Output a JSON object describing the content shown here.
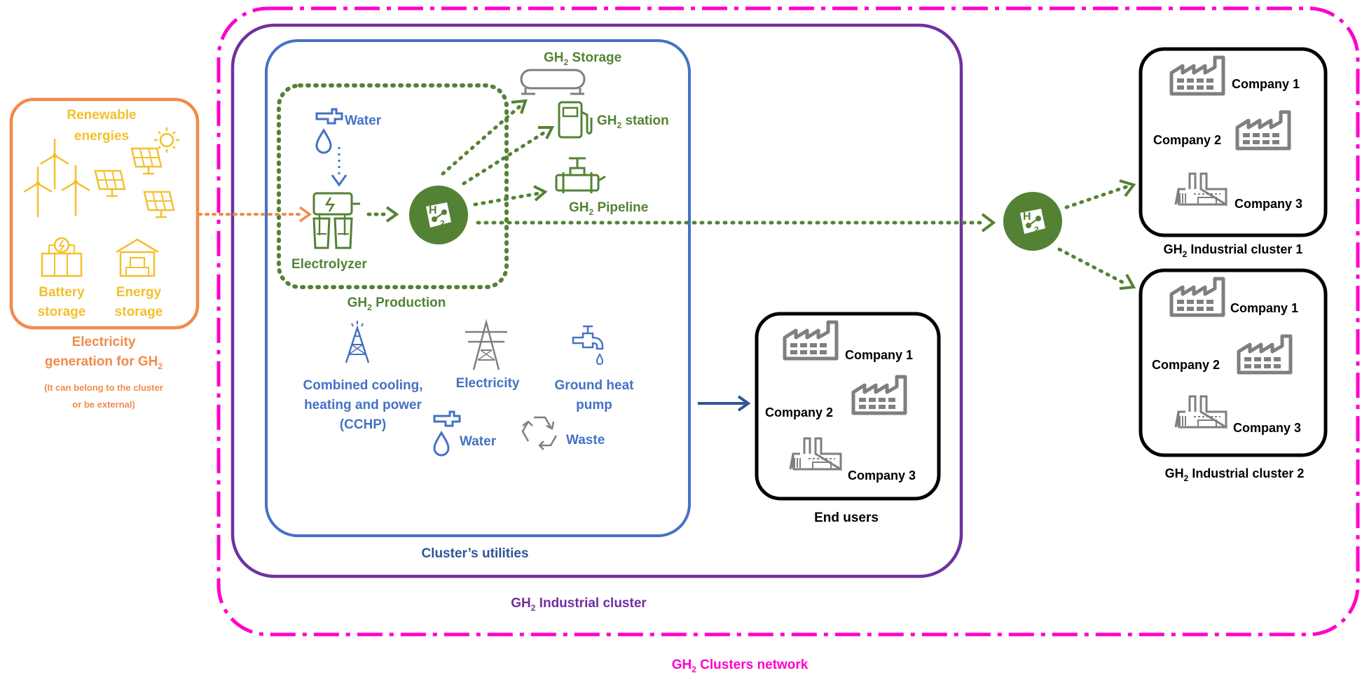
{
  "colors": {
    "orange": "#f28a4a",
    "yellow": "#f3c02d",
    "blue": "#4472c4",
    "purple": "#7030a0",
    "green": "#548235",
    "magenta": "#ff00cc",
    "gray": "#7f7f7f",
    "navy": "#2f5597",
    "black": "#000000"
  },
  "renewables": {
    "title_line1": "Renewable",
    "title_line2": "energies",
    "battery_line1": "Battery",
    "battery_line2": "storage",
    "energy_line1": "Energy",
    "energy_line2": "storage",
    "caption_line1": "Electricity",
    "caption_line2_main": "generation for GH",
    "caption_line2_sub": "2",
    "note_line1": "(It can belong to the cluster",
    "note_line2": "or be external)"
  },
  "production": {
    "water": "Water",
    "electrolyzer": "Electrolyzer",
    "title_main": "GH",
    "title_sub": "2",
    "title_rest": " Production",
    "h2_badge_main": "H",
    "h2_badge_sub": "2"
  },
  "outputs": {
    "storage_main": "GH",
    "storage_sub": "2",
    "storage_rest": " Storage",
    "station_main": "GH",
    "station_sub": "2",
    "station_rest": " station",
    "pipeline_main": "GH",
    "pipeline_sub": "2",
    "pipeline_rest": " Pipeline"
  },
  "utilities": {
    "ccchp_line1": "Combined cooling,",
    "ccchp_line2": "heating and power",
    "ccchp_line3": "(CCHP)",
    "electricity": "Electricity",
    "heat_pump_line1": "Ground heat",
    "heat_pump_line2": "pump",
    "water": "Water",
    "waste": "Waste",
    "caption": "Cluster’s utilities"
  },
  "end_users": {
    "company1": "Company 1",
    "company2": "Company 2",
    "company3": "Company 3",
    "caption": "End users"
  },
  "industrial_cluster": {
    "caption_main": "GH",
    "caption_sub": "2",
    "caption_rest": " Industrial cluster"
  },
  "cluster1": {
    "company1": "Company 1",
    "company2": "Company 2",
    "company3": "Company 3",
    "caption_main": "GH",
    "caption_sub": "2",
    "caption_rest": " Industrial cluster 1"
  },
  "cluster2": {
    "company1": "Company 1",
    "company2": "Company 2",
    "company3": "Company 3",
    "caption_main": "GH",
    "caption_sub": "2",
    "caption_rest": " Industrial cluster 2"
  },
  "network": {
    "caption_main": "GH",
    "caption_sub": "2",
    "caption_rest": " Clusters network"
  }
}
